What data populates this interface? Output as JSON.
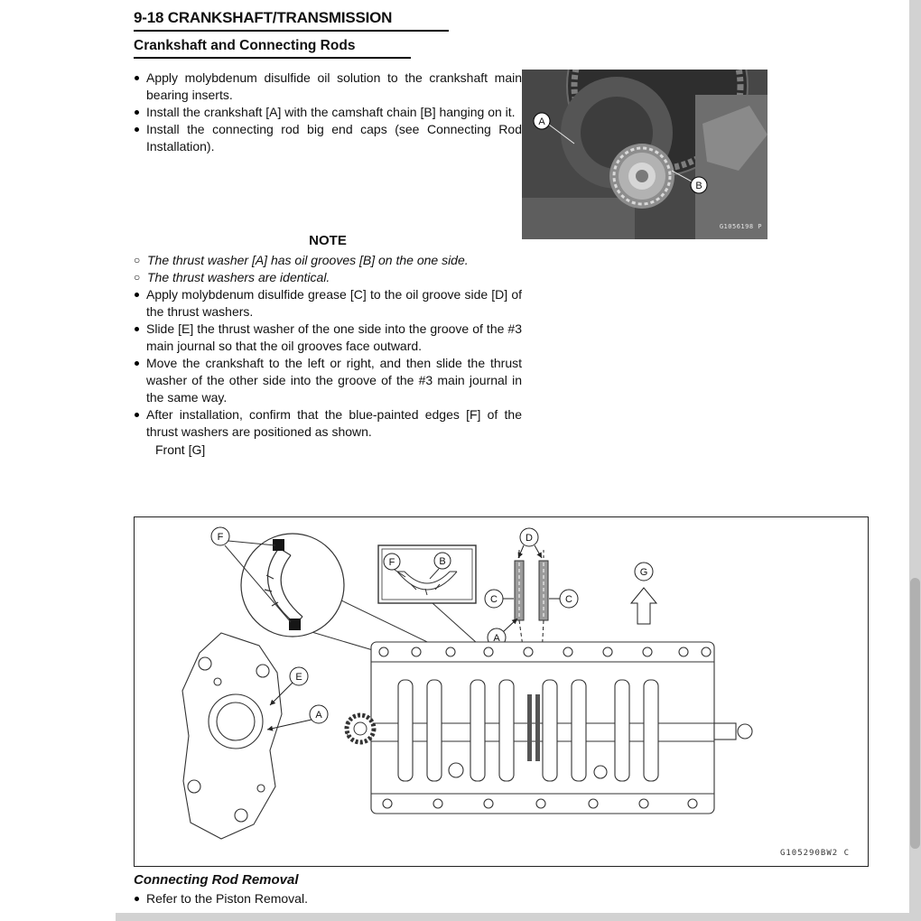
{
  "header": {
    "title": "9-18 CRANKSHAFT/TRANSMISSION"
  },
  "section": {
    "title": "Crankshaft and Connecting Rods",
    "bullets": [
      "Apply molybdenum disulfide oil solution to the crankshaft main bearing inserts.",
      "Install the crankshaft [A] with the camshaft chain [B] hanging on it.",
      "Install the connecting rod big end caps (see Connecting Rod Installation)."
    ]
  },
  "photo": {
    "labels": [
      "A",
      "B"
    ],
    "code": "G1056198 P"
  },
  "note": {
    "title": "NOTE",
    "items": [
      "The thrust washer [A] has oil grooves [B] on the one side.",
      "The thrust washers are identical."
    ]
  },
  "steps": [
    "Apply molybdenum disulfide grease [C] to the oil groove side [D] of the thrust washers.",
    "Slide [E] the thrust washer of the one side into the groove of the #3 main journal so that the oil grooves face outward.",
    "Move the crankshaft to the left or right, and then slide the thrust washer of the other side into the groove of the #3 main journal in the same way.",
    "After installation, confirm that the blue-painted edges [F] of the thrust washers are positioned as shown."
  ],
  "front_label": "Front [G]",
  "diagram": {
    "code": "G105290BW2 C",
    "callouts": [
      "F",
      "F",
      "B",
      "D",
      "C",
      "C",
      "A",
      "G",
      "E",
      "A"
    ]
  },
  "footer": {
    "title": "Connecting Rod Removal",
    "bullets": [
      "Refer to the Piston Removal."
    ]
  }
}
